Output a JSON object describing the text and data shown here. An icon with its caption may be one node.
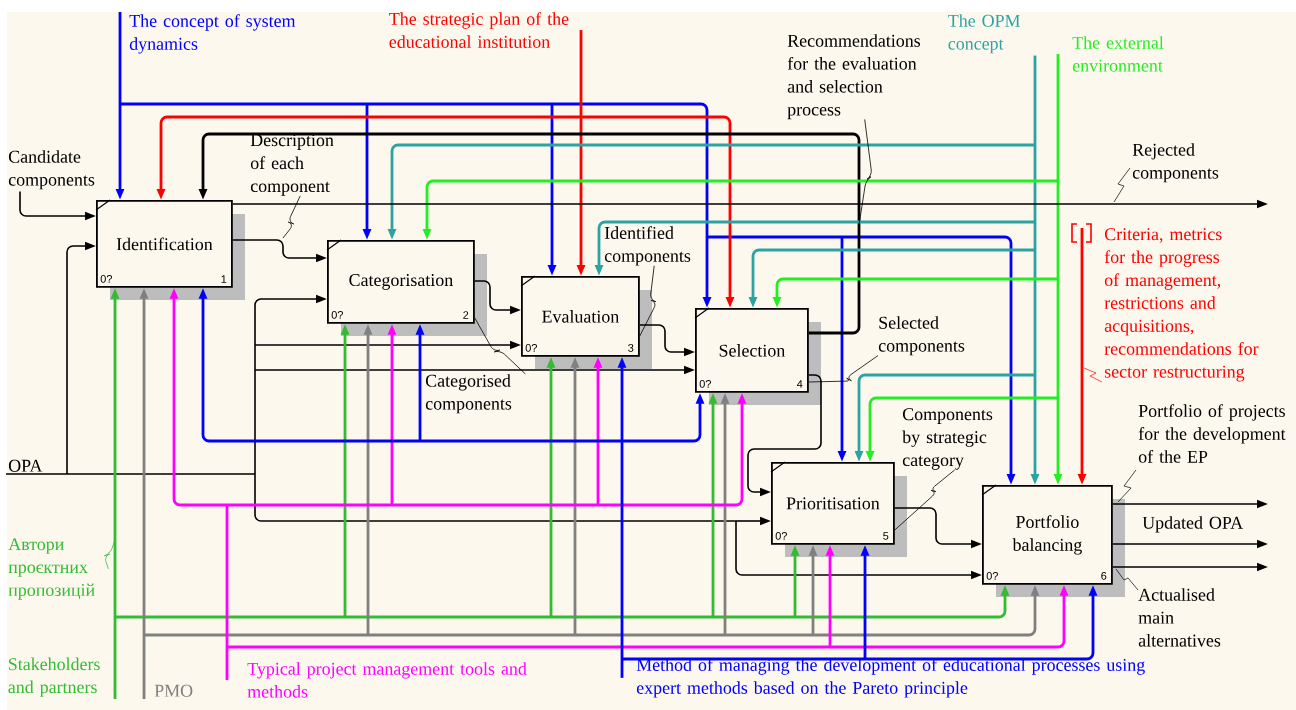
{
  "diagram": {
    "nodes": [
      {
        "text": [
          "Identification",
          "0?",
          "1"
        ]
      },
      {
        "text": [
          "Categorisation",
          "0?",
          "2"
        ]
      },
      {
        "text": [
          "Evaluation",
          "0?",
          "3"
        ]
      },
      {
        "text": [
          "Selection",
          "0?",
          "4"
        ]
      },
      {
        "text": [
          "Prioritisation",
          "0?",
          "5"
        ]
      },
      {
        "text": [
          "Portfolio balancing",
          "0?",
          "6"
        ]
      },
      {
        "text": [
          "Candidate components"
        ]
      },
      {
        "text": [
          "OPA"
        ]
      },
      {
        "text": [
          "The concept of system dynamics"
        ]
      },
      {
        "text": [
          "The strategic plan of the educational institution"
        ]
      },
      {
        "text": [
          "The OPM concept"
        ]
      },
      {
        "text": [
          "The external environment"
        ]
      },
      {
        "text": [
          "Criteria, metrics for the progress of management, restrictions and acquisitions, recommendations for sector restructuring"
        ]
      },
      {
        "text": [
          "Stakeholders and partners"
        ]
      },
      {
        "text": [
          "PMO"
        ]
      },
      {
        "text": [
          "Typical project management tools and methods"
        ]
      },
      {
        "text": [
          "Method of managing the development of educational processes using expert methods based on the Pareto principle"
        ]
      },
      {
        "text": [
          "Recommendations for the evaluation and selection process"
        ]
      },
      {
        "text": [
          "Description of each component"
        ]
      },
      {
        "text": [
          "Categorised components"
        ]
      },
      {
        "text": [
          "Identified components"
        ]
      },
      {
        "text": [
          "Selected components"
        ]
      },
      {
        "text": [
          "Components by strategic category"
        ]
      },
      {
        "text": [
          "Автори проєктних пропозицій"
        ]
      }
    ],
    "edges": [
      {
        "from": 8,
        "to": 0,
        "arrow": "to",
        "color": "#0000ff"
      },
      {
        "from": 8,
        "to": 1,
        "arrow": "to",
        "color": "#0000ff"
      },
      {
        "from": 8,
        "to": 2,
        "arrow": "to",
        "color": "#0000ff"
      },
      {
        "from": 8,
        "to": 3,
        "arrow": "to",
        "color": "#0000ff"
      },
      {
        "from": 8,
        "to": 4,
        "arrow": "to",
        "color": "#0000ff"
      },
      {
        "from": 8,
        "to": 5,
        "arrow": "to",
        "color": "#0000ff"
      },
      {
        "from": 9,
        "to": 0,
        "arrow": "to",
        "color": "#ff0000"
      },
      {
        "from": 9,
        "to": 2,
        "arrow": "to",
        "color": "#ff0000"
      },
      {
        "from": 9,
        "to": 3,
        "arrow": "to",
        "color": "#ff0000"
      },
      {
        "from": 3,
        "to": 0,
        "arrow": "to",
        "color": "#000000"
      },
      {
        "from": 10,
        "to": 1,
        "arrow": "to",
        "color": "#2ba3a3"
      },
      {
        "from": 10,
        "to": 2,
        "arrow": "to",
        "color": "#2ba3a3"
      },
      {
        "from": 10,
        "to": 3,
        "arrow": "to",
        "color": "#2ba3a3"
      },
      {
        "from": 10,
        "to": 4,
        "arrow": "to",
        "color": "#2ba3a3"
      },
      {
        "from": 10,
        "to": 5,
        "arrow": "to",
        "color": "#2ba3a3"
      },
      {
        "from": 11,
        "to": 1,
        "arrow": "to",
        "color": "#22ee22"
      },
      {
        "from": 11,
        "to": 3,
        "arrow": "to",
        "color": "#22ee22"
      },
      {
        "from": 11,
        "to": 4,
        "arrow": "to",
        "color": "#22ee22"
      },
      {
        "from": 11,
        "to": 5,
        "arrow": "to",
        "color": "#22ee22"
      },
      {
        "from": 12,
        "to": 5,
        "arrow": "to",
        "color": "#ff0000"
      },
      {
        "from": 6,
        "to": 0,
        "arrow": "to"
      },
      {
        "from": 7,
        "to": 0,
        "arrow": "to"
      },
      {
        "from": 7,
        "to": 1,
        "arrow": "to"
      },
      {
        "from": 7,
        "to": 2,
        "arrow": "to"
      },
      {
        "from": 7,
        "to": 3,
        "arrow": "to"
      },
      {
        "from": 7,
        "to": 4,
        "arrow": "to"
      },
      {
        "from": 7,
        "to": 5,
        "arrow": "to"
      },
      {
        "from": 0,
        "to": 1,
        "arrow": "to"
      },
      {
        "from": 1,
        "to": 2,
        "arrow": "to"
      },
      {
        "from": 2,
        "to": 3,
        "arrow": "to"
      },
      {
        "from": 3,
        "to": 4,
        "arrow": "to"
      },
      {
        "from": 4,
        "to": 5,
        "arrow": "to"
      },
      {
        "from": 0,
        "to": null,
        "arrow": "to",
        "label": "Rejected components"
      },
      {
        "from": 5,
        "to": null,
        "arrow": "to",
        "label": "Portfolio of projects for the development of the EP"
      },
      {
        "from": 5,
        "to": null,
        "arrow": "to",
        "label": "Updated OPA"
      },
      {
        "from": 5,
        "to": null,
        "arrow": "to",
        "label": "Actualised main alternatives"
      },
      {
        "from": 13,
        "to": 0,
        "arrow": "to",
        "color": "#33bb33"
      },
      {
        "from": 13,
        "to": 1,
        "arrow": "to",
        "color": "#33bb33"
      },
      {
        "from": 13,
        "to": 2,
        "arrow": "to",
        "color": "#33bb33"
      },
      {
        "from": 13,
        "to": 3,
        "arrow": "to",
        "color": "#33bb33"
      },
      {
        "from": 13,
        "to": 4,
        "arrow": "to",
        "color": "#33bb33"
      },
      {
        "from": 13,
        "to": 5,
        "arrow": "to",
        "color": "#33bb33"
      },
      {
        "from": 14,
        "to": 0,
        "arrow": "to",
        "color": "#808080"
      },
      {
        "from": 14,
        "to": 1,
        "arrow": "to",
        "color": "#808080"
      },
      {
        "from": 14,
        "to": 2,
        "arrow": "to",
        "color": "#808080"
      },
      {
        "from": 14,
        "to": 3,
        "arrow": "to",
        "color": "#808080"
      },
      {
        "from": 14,
        "to": 4,
        "arrow": "to",
        "color": "#808080"
      },
      {
        "from": 14,
        "to": 5,
        "arrow": "to",
        "color": "#808080"
      },
      {
        "from": 15,
        "to": 0,
        "arrow": "to",
        "color": "#ff00ff"
      },
      {
        "from": 15,
        "to": 1,
        "arrow": "to",
        "color": "#ff00ff"
      },
      {
        "from": 15,
        "to": 2,
        "arrow": "to",
        "color": "#ff00ff"
      },
      {
        "from": 15,
        "to": 3,
        "arrow": "to",
        "color": "#ff00ff"
      },
      {
        "from": 15,
        "to": 4,
        "arrow": "to",
        "color": "#ff00ff"
      },
      {
        "from": 15,
        "to": 5,
        "arrow": "to",
        "color": "#ff00ff"
      },
      {
        "from": 16,
        "to": 0,
        "arrow": "to",
        "color": "#0000ff"
      },
      {
        "from": 16,
        "to": 1,
        "arrow": "to",
        "color": "#0000ff"
      },
      {
        "from": 16,
        "to": 2,
        "arrow": "to",
        "color": "#0000ff"
      },
      {
        "from": 16,
        "to": 3,
        "arrow": "to",
        "color": "#0000ff"
      },
      {
        "from": 16,
        "to": 4,
        "arrow": "to",
        "color": "#0000ff"
      },
      {
        "from": 16,
        "to": 5,
        "arrow": "to",
        "color": "#0000ff"
      },
      {
        "from": 17,
        "to": null,
        "arrow": "none"
      },
      {
        "from": 18,
        "to": null,
        "arrow": "none"
      },
      {
        "from": 19,
        "to": 1,
        "arrow": "none"
      },
      {
        "from": 20,
        "to": 2,
        "arrow": "none"
      },
      {
        "from": 21,
        "to": 3,
        "arrow": "none"
      },
      {
        "from": 22,
        "to": 4,
        "arrow": "none"
      },
      {
        "from": 23,
        "to": null,
        "arrow": "none",
        "color": "#33bb33"
      }
    ]
  }
}
